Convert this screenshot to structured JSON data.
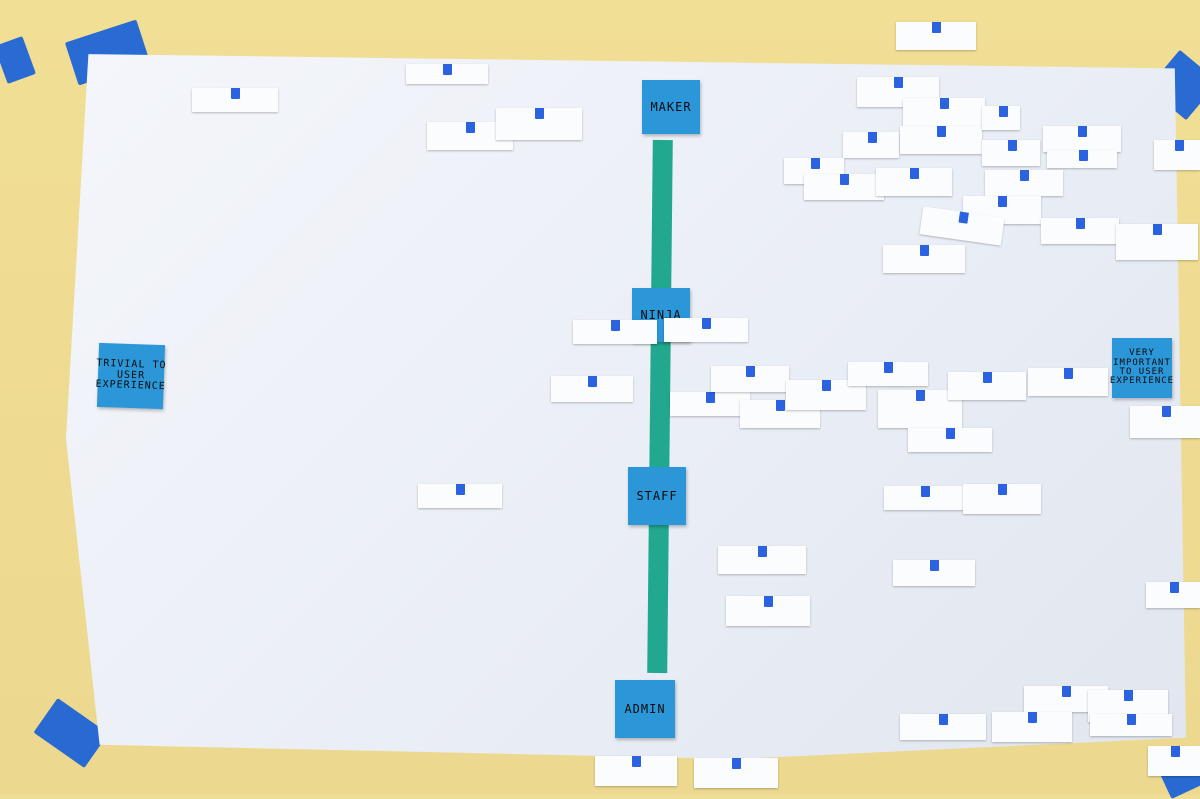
{
  "scene": {
    "description_colors": {
      "wall": "#eedd94",
      "paper": "#eef1f7",
      "tape": "#1e63d6",
      "axis": "#22a88e",
      "sticky": "#2b97d9"
    }
  },
  "labels": {
    "maker": "MAKER",
    "ninja": "NINJA",
    "staff": "STAFF",
    "admin": "ADMIN",
    "trivial": "TRIVIAL TO USER EXPERIENCE",
    "important": "VERY IMPORTANT TO USER EXPERIENCE"
  }
}
